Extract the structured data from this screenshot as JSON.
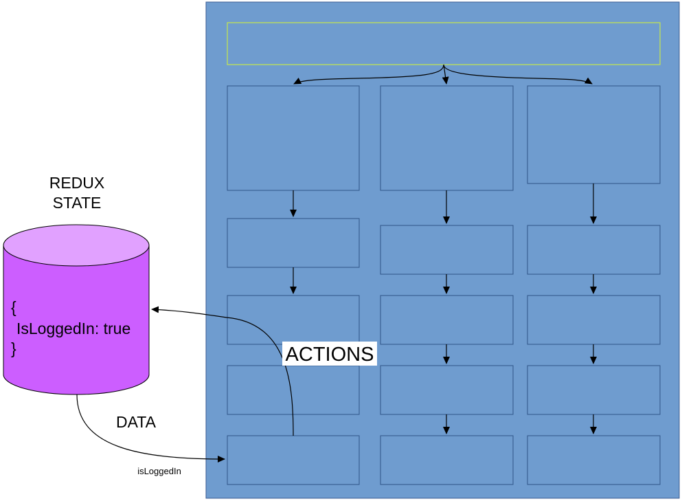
{
  "labels": {
    "state_title_line1": "REDUX",
    "state_title_line2": "STATE",
    "state_open_brace": "{",
    "state_entry": "IsLoggedIn: true",
    "state_close_brace": "}",
    "actions": "ACTIONS",
    "data": "DATA",
    "prop": "isLoggedIn"
  },
  "colors": {
    "panel_fill": "#6f9ccf",
    "panel_stroke": "#3a5a90",
    "box_stroke": "#2f5487",
    "root_box_stroke": "#c7e84a",
    "cylinder_body": "#cc5eff",
    "cylinder_top": "#e1a1ff",
    "cylinder_stroke": "#000000",
    "arrow": "#000000",
    "actions_label_bg": "#ffffff"
  }
}
